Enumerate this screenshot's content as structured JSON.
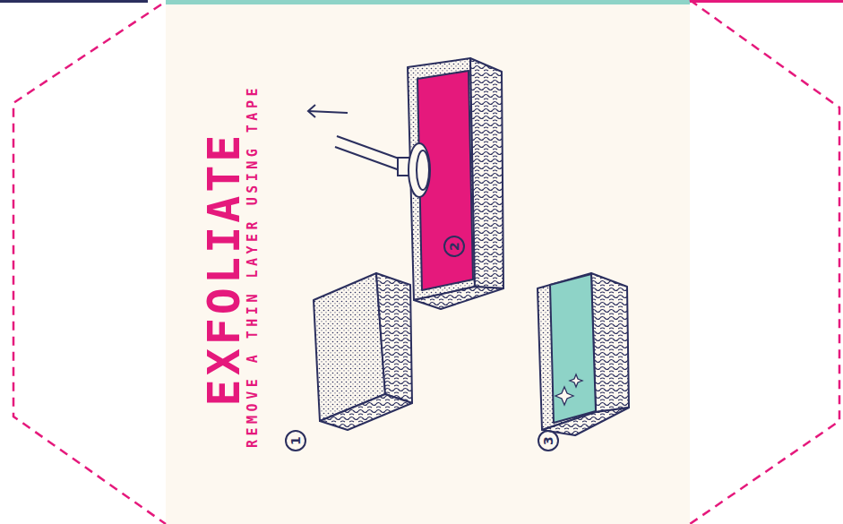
{
  "diagram": {
    "title": "EXFOLIATE",
    "labels": [
      "REMOVE A THIN LAYER USING TAPE",
      "1",
      "2",
      "3"
    ]
  }
}
